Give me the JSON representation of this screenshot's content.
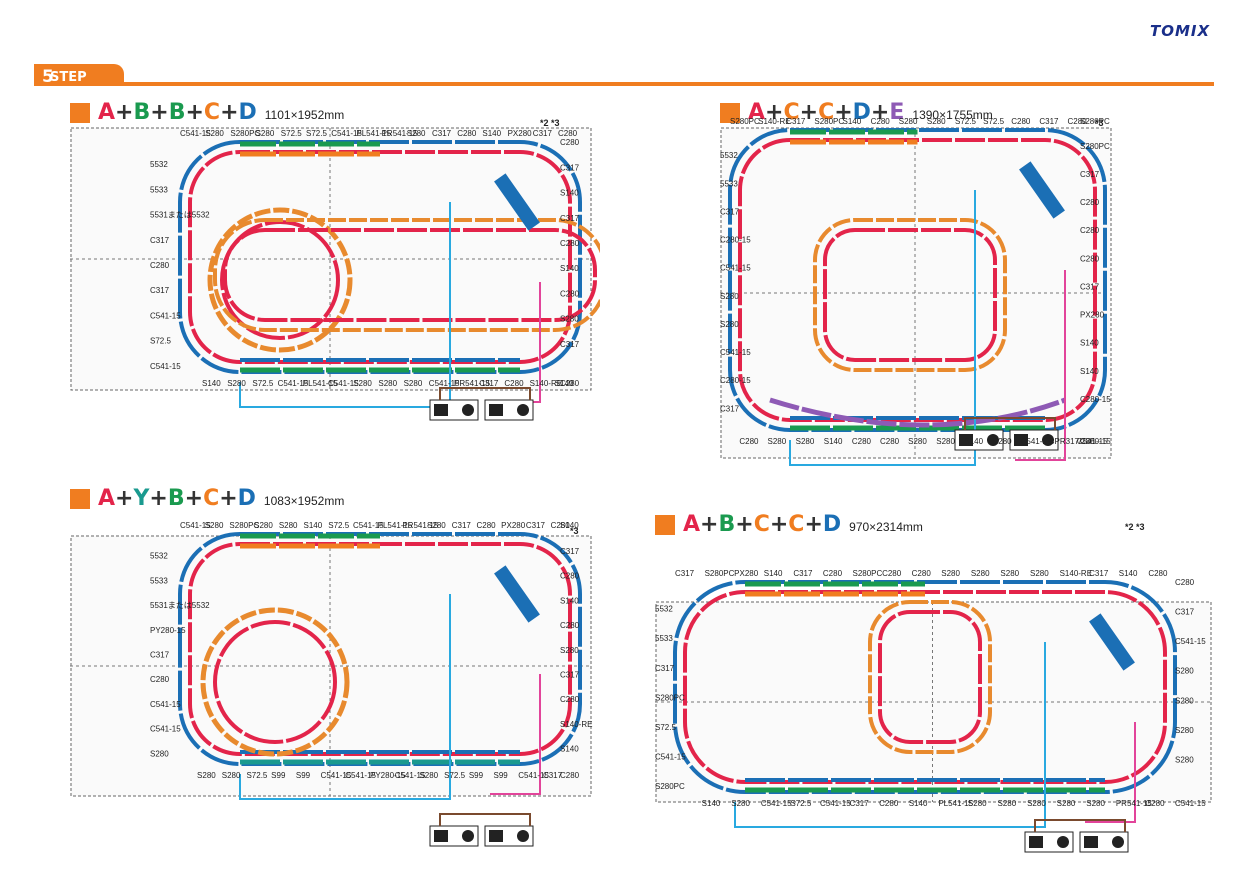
{
  "brand": {
    "logo": "TOMIX"
  },
  "step": {
    "prefix": "STEP",
    "number": "5"
  },
  "colors": {
    "orange": "#f07d20",
    "blue": "#1b6fb5",
    "red": "#e3244a",
    "green": "#1a9a4f",
    "teal": "#1a9a8f",
    "purple": "#8e5ab5",
    "light_blue": "#29a9e0",
    "pink": "#e2449a",
    "brown": "#7a4a2e",
    "tan": "#e88a2e"
  },
  "panels": [
    {
      "id": "p1",
      "letters": [
        {
          "t": "A",
          "c": "#e3244a"
        },
        {
          "t": "+"
        },
        {
          "t": "B",
          "c": "#1a9a4f"
        },
        {
          "t": "+"
        },
        {
          "t": "B",
          "c": "#1a9a4f"
        },
        {
          "t": "+"
        },
        {
          "t": "C",
          "c": "#f07d20"
        },
        {
          "t": "+"
        },
        {
          "t": "D",
          "c": "#1b6fb5"
        }
      ],
      "size": "1101×1952mm",
      "refs": "*2 *3",
      "labels": [
        "C541-15",
        "S280",
        "S280PC",
        "S280",
        "S72.5",
        "S72.5",
        "C541-15",
        "PL541-15",
        "PR541-15",
        "S280",
        "C317",
        "C280",
        "S140",
        "PX280",
        "C317",
        "C280",
        "C280",
        "C317",
        "S140",
        "C317",
        "C280",
        "S140",
        "C280",
        "S280",
        "C317",
        "C280",
        "S140",
        "S140-RE",
        "C280",
        "C317",
        "PR541-15",
        "C541-15",
        "S280",
        "S280",
        "S280",
        "C541-15",
        "PL541-15",
        "C541-15",
        "S72.5",
        "S280",
        "S140",
        "C541-15",
        "S72.5",
        "C541-15",
        "C317",
        "C280",
        "C317",
        "5531または5532",
        "5533",
        "5532"
      ]
    },
    {
      "id": "p2",
      "letters": [
        {
          "t": "A",
          "c": "#e3244a"
        },
        {
          "t": "+"
        },
        {
          "t": "C",
          "c": "#f07d20"
        },
        {
          "t": "+"
        },
        {
          "t": "C",
          "c": "#f07d20"
        },
        {
          "t": "+"
        },
        {
          "t": "D",
          "c": "#1b6fb5"
        },
        {
          "t": "+"
        },
        {
          "t": "E",
          "c": "#8e5ab5"
        }
      ],
      "size": "1390×1755mm",
      "refs": "*3",
      "labels": [
        "S280PC",
        "S140-RE",
        "C317",
        "S280PC",
        "S140",
        "C280",
        "S280",
        "S280",
        "S72.5",
        "S72.5",
        "C280",
        "C317",
        "C280",
        "S280PC",
        "S280PC",
        "C317",
        "C280",
        "C280",
        "C280",
        "C317",
        "PX280",
        "S140",
        "S140",
        "C280-15",
        "C280-15",
        "C541-15",
        "CPR317/280",
        "C541-15",
        "C280",
        "S140",
        "S280",
        "S280",
        "C280",
        "C280",
        "S140",
        "S280",
        "S280",
        "C280",
        "C317",
        "C280-15",
        "C541-15",
        "S280",
        "S280",
        "C541-15",
        "C280-15",
        "C317",
        "5533",
        "5532"
      ]
    },
    {
      "id": "p3",
      "letters": [
        {
          "t": "A",
          "c": "#e3244a"
        },
        {
          "t": "+"
        },
        {
          "t": "Y",
          "c": "#1a9a8f"
        },
        {
          "t": "+"
        },
        {
          "t": "B",
          "c": "#1a9a4f"
        },
        {
          "t": "+"
        },
        {
          "t": "C",
          "c": "#f07d20"
        },
        {
          "t": "+"
        },
        {
          "t": "D",
          "c": "#1b6fb5"
        }
      ],
      "size": "1083×1952mm",
      "refs": "*3",
      "labels": [
        "C541-15",
        "S280",
        "S280PC",
        "S280",
        "S280",
        "S140",
        "S72.5",
        "C541-15",
        "PL541-15",
        "PR541-15",
        "S280",
        "C317",
        "C280",
        "PX280",
        "C317",
        "C280",
        "S140",
        "C317",
        "C280",
        "S140",
        "C280",
        "S280",
        "C317",
        "C280",
        "S140-RE",
        "S140",
        "C280",
        "C317",
        "C541-15",
        "S99",
        "S99",
        "S72.5",
        "S280",
        "C541-15",
        "PY280-15",
        "C541-15",
        "C541-15",
        "S99",
        "S99",
        "S72.5",
        "S280",
        "S280",
        "S280",
        "C541-15",
        "C541-15",
        "C280",
        "C317",
        "PY280-15",
        "5531または5532",
        "5533",
        "5532"
      ]
    },
    {
      "id": "p4",
      "letters": [
        {
          "t": "A",
          "c": "#e3244a"
        },
        {
          "t": "+"
        },
        {
          "t": "B",
          "c": "#1a9a4f"
        },
        {
          "t": "+"
        },
        {
          "t": "C",
          "c": "#f07d20"
        },
        {
          "t": "+"
        },
        {
          "t": "C",
          "c": "#f07d20"
        },
        {
          "t": "+"
        },
        {
          "t": "D",
          "c": "#1b6fb5"
        }
      ],
      "size": "970×2314mm",
      "refs": "*2 *3",
      "labels": [
        "C317",
        "S280PC",
        "PX280",
        "S140",
        "C317",
        "C280",
        "S280PC",
        "C280",
        "C280",
        "S280",
        "S280",
        "S280",
        "S280",
        "S140-RE",
        "C317",
        "S140",
        "C280",
        "C280",
        "C317",
        "C541-15",
        "S280",
        "S280",
        "S280",
        "S280",
        "C541-15",
        "C280",
        "PR541-15",
        "S280",
        "S280",
        "S280",
        "S280",
        "S280",
        "PL541-15",
        "S140",
        "C280",
        "C317",
        "C541-15",
        "S72.5",
        "C541-15",
        "S280",
        "S140",
        "S280PC",
        "C541-15",
        "S72.5",
        "S280PC",
        "C317",
        "5533",
        "5532"
      ]
    }
  ]
}
